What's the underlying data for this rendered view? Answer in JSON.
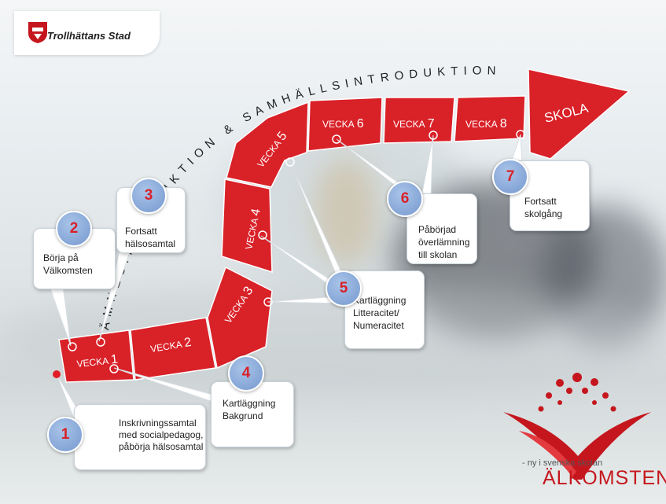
{
  "logo": {
    "name": "Trollhättans Stad"
  },
  "heading": "ÄMNESINTRODUKTION & SAMHÄLLSINTRODUKTION",
  "weeks": [
    {
      "word": "VECKA",
      "num": "1"
    },
    {
      "word": "VECKA",
      "num": "2"
    },
    {
      "word": "VECKA",
      "num": "3"
    },
    {
      "word": "VECKA",
      "num": "4"
    },
    {
      "word": "VECKA",
      "num": "5"
    },
    {
      "word": "VECKA",
      "num": "6"
    },
    {
      "word": "VECKA",
      "num": "7"
    },
    {
      "word": "VECKA",
      "num": "8"
    }
  ],
  "skola": "SKOLA",
  "callouts": [
    {
      "num": "1",
      "lines": [
        "Inskrivningssamtal",
        "med socialpedagog,",
        "påbörja hälsosamtal"
      ]
    },
    {
      "num": "2",
      "lines": [
        "Börja på",
        "Välkomsten"
      ]
    },
    {
      "num": "3",
      "lines": [
        "Fortsatt",
        "hälsosamtal"
      ]
    },
    {
      "num": "4",
      "lines": [
        "Kartläggning",
        "Bakgrund"
      ]
    },
    {
      "num": "5",
      "lines": [
        "Kartläggning",
        "Litteracitet/",
        "Numeracitet"
      ]
    },
    {
      "num": "6",
      "lines": [
        "Påbörjad",
        "överlämning",
        "till skolan"
      ]
    },
    {
      "num": "7",
      "lines": [
        "Fortsatt",
        "skolgång"
      ]
    }
  ],
  "brand": {
    "tagline": "- ny i svenska skolan",
    "name": "ÄLKOMSTEN"
  },
  "colors": {
    "accent": "#d92128",
    "badge": "#7598cf"
  }
}
